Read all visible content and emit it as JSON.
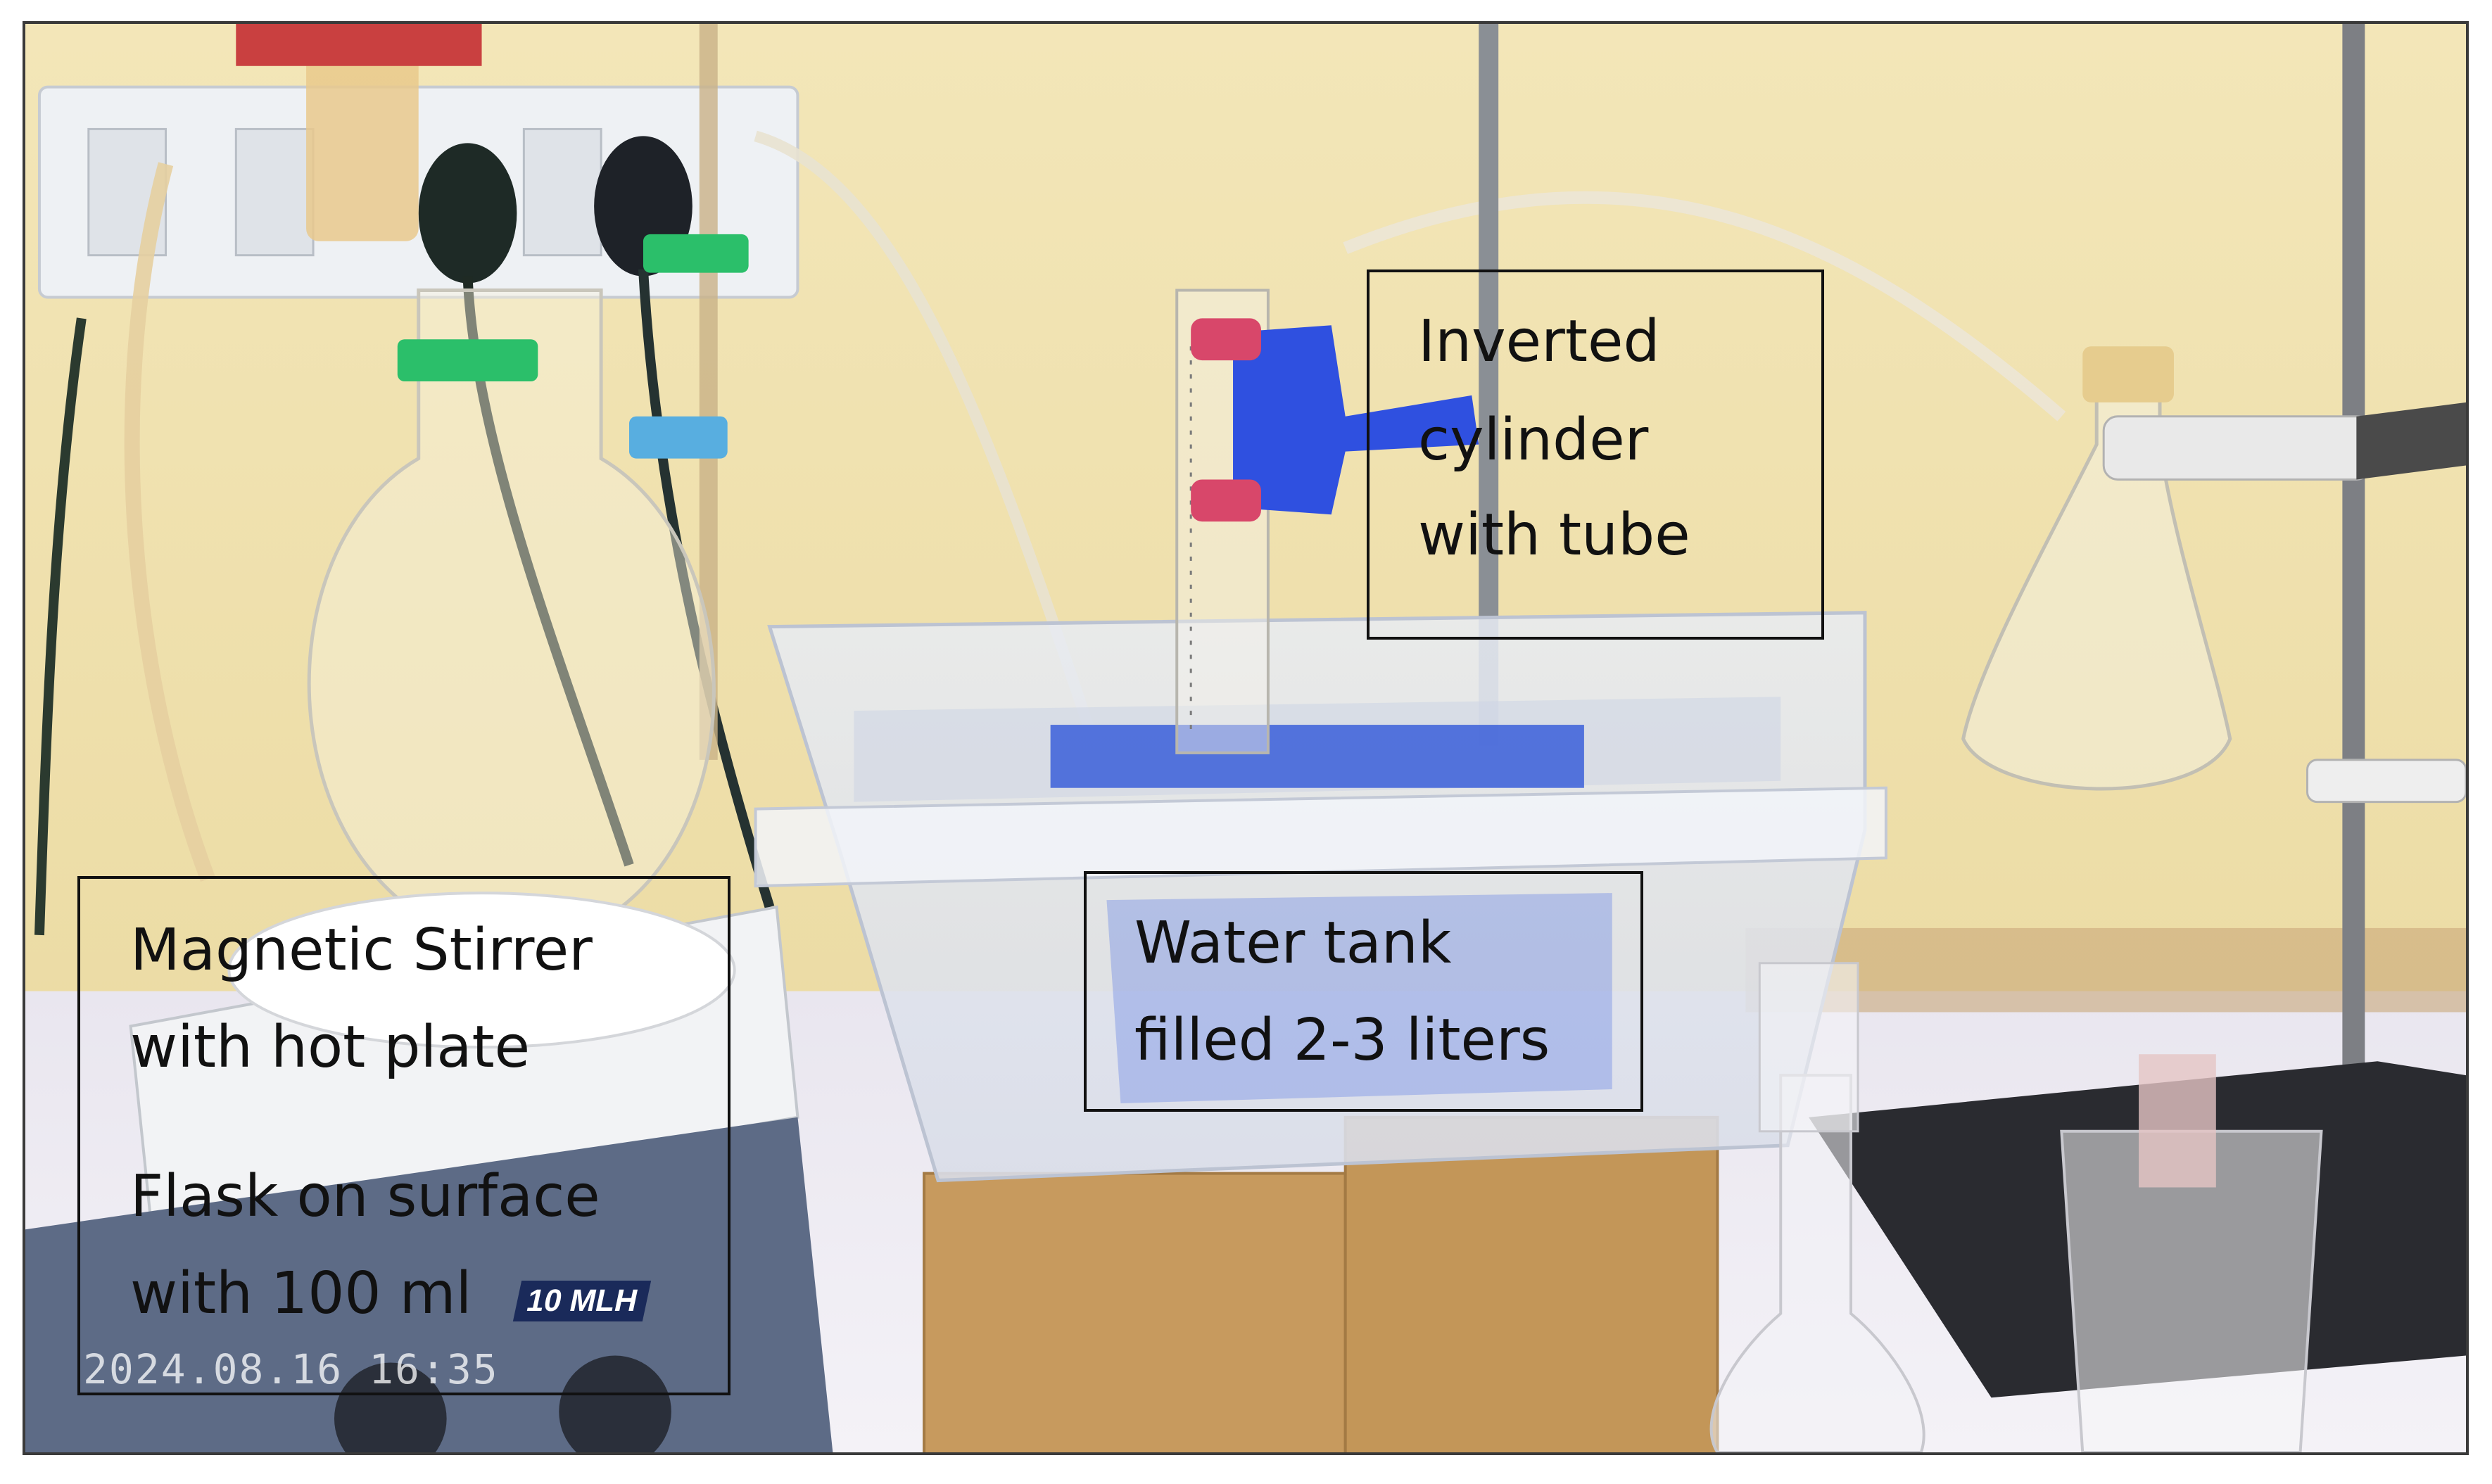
{
  "labels": {
    "inverted_cylinder": [
      "Inverted",
      "cylinder",
      "with tube"
    ],
    "water_tank": [
      "Water tank",
      "filled  2-3 liters"
    ],
    "magnetic_stirrer": [
      "Magnetic Stirrer",
      "with hot plate",
      "",
      "Flask on surface",
      "with 100 ml"
    ]
  },
  "overlay": {
    "timestamp": "2024.08.16 16:35",
    "stirrer_brand": "10 MLH"
  },
  "colors": {
    "wall": "#f1e2ae",
    "tank_blue": "#3b5fd9",
    "box_cardboard": "#c79a5e",
    "clamp_green": "#2bbf6a",
    "stopper_red": "#d8476a"
  }
}
